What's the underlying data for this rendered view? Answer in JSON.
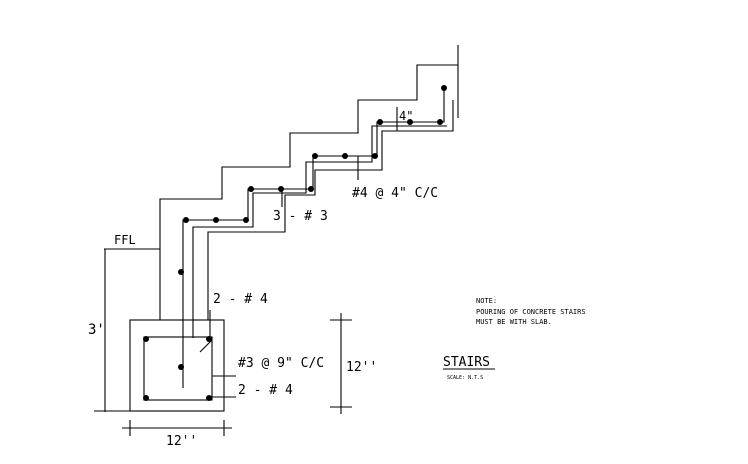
{
  "labels": {
    "ffl": "FFL",
    "height_3ft": "3'",
    "riser_4in": "4\"",
    "bar_4_at_4": "#4 @ 4\" C/C",
    "bars_3_no3": "3 - # 3",
    "bars_2_no4_top": "2 - # 4",
    "tie_3_at_9": "#3 @ 9\" C/C",
    "bars_2_no4_bottom": "2 - # 4",
    "depth_12": "12''",
    "width_12": "12''"
  },
  "note": {
    "title": "NOTE:",
    "line1": "POURING OF CONCRETE STAIRS",
    "line2": "MUST BE WITH SLAB."
  },
  "drawing_title": "STAIRS",
  "scale": "SCALE: N.T.S"
}
